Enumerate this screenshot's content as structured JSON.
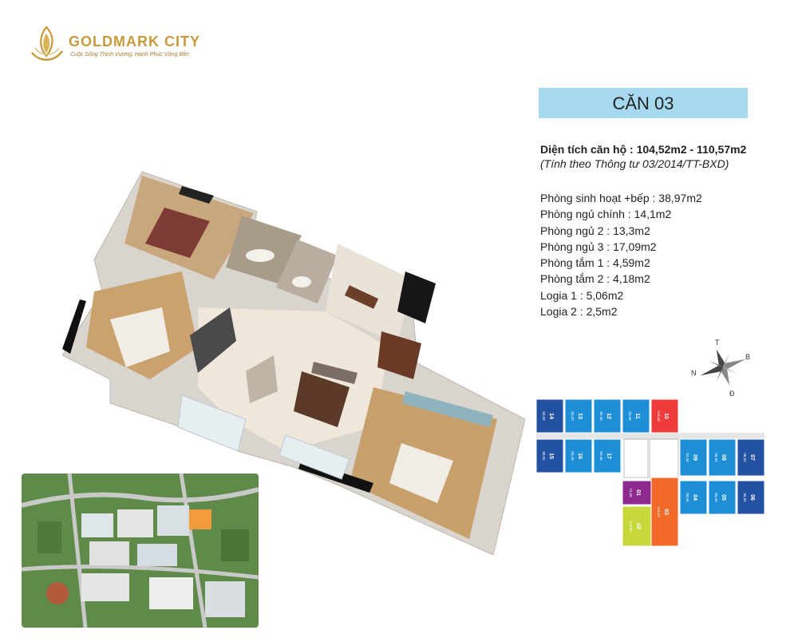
{
  "brand": {
    "name": "GOLDMARK CITY",
    "slogan": "Cuộc Sống Thịnh Vượng, Hạnh Phúc Vững Bền",
    "colors": {
      "gold": "#c89a3c"
    }
  },
  "unit": {
    "title": "CĂN 03",
    "area_line": "Diện tích căn hộ : 104,52m2  - 110,57m2",
    "area_note": "(Tính theo Thông tư 03/2014/TT-BXD)",
    "rooms": [
      "Phòng sinh hoạt +bếp :  38,97m2",
      "Phòng ngủ chính :  14,1m2",
      "Phòng ngủ 2 : 13,3m2",
      "Phòng ngủ 3 : 17,09m2",
      "Phòng tắm 1 :   4,59m2",
      "Phòng tắm 2 :   4,18m2",
      "Logia 1 :  5,06m2",
      "Logia 2 :  2,5m2"
    ]
  },
  "compass": {
    "labels": {
      "n": "N",
      "t": "T",
      "b": "B",
      "d": "Đ"
    }
  },
  "floor_key": {
    "units": [
      {
        "num": "14",
        "area": "95,92",
        "color": "#2452a3"
      },
      {
        "num": "13",
        "area": "83,26",
        "color": "#1e8fd6"
      },
      {
        "num": "12",
        "area": "83,46",
        "color": "#1e8fd6"
      },
      {
        "num": "11",
        "area": "83,46",
        "color": "#1e8fd6"
      },
      {
        "num": "10",
        "area": "110,46",
        "color": "#ef3b3b"
      },
      {
        "num": "15",
        "area": "95,92",
        "color": "#2452a3"
      },
      {
        "num": "16",
        "area": "83,46",
        "color": "#1e8fd6"
      },
      {
        "num": "17",
        "area": "83,46",
        "color": "#1e8fd6"
      },
      {
        "num": "09",
        "area": "83,46",
        "color": "#1e8fd6"
      },
      {
        "num": "08",
        "area": "95,92",
        "color": "#1e8fd6"
      },
      {
        "num": "07",
        "area": "95,92",
        "color": "#2452a3"
      },
      {
        "num": "01",
        "area": "74,55",
        "color": "#8e2a8d"
      },
      {
        "num": "04",
        "area": "83,46",
        "color": "#1e8fd6"
      },
      {
        "num": "05",
        "area": "83,46",
        "color": "#1e8fd6"
      },
      {
        "num": "06",
        "area": "95,92",
        "color": "#2452a3"
      },
      {
        "num": "02",
        "area": "123,82",
        "color": "#c6d83b"
      },
      {
        "num": "03",
        "area": "110,57",
        "color": "#f26a2a"
      }
    ]
  }
}
